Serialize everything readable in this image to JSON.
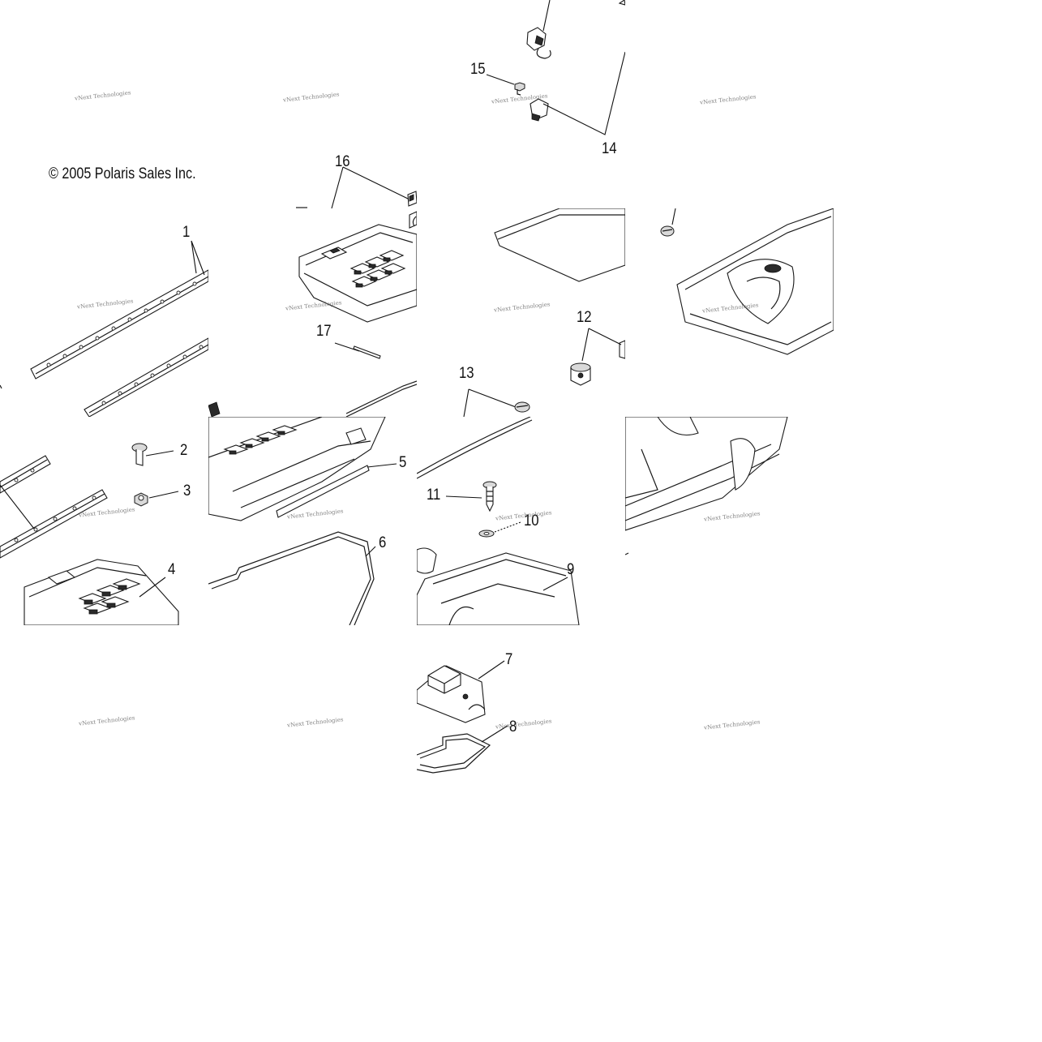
{
  "copyright": "© 2005 Polaris Sales Inc.",
  "watermark_text": "vNext Technologies",
  "callouts": [
    "1",
    "2",
    "3",
    "4",
    "5",
    "6",
    "7",
    "8",
    "9",
    "10",
    "11",
    "12",
    "13",
    "14",
    "15",
    "16",
    "17"
  ]
}
